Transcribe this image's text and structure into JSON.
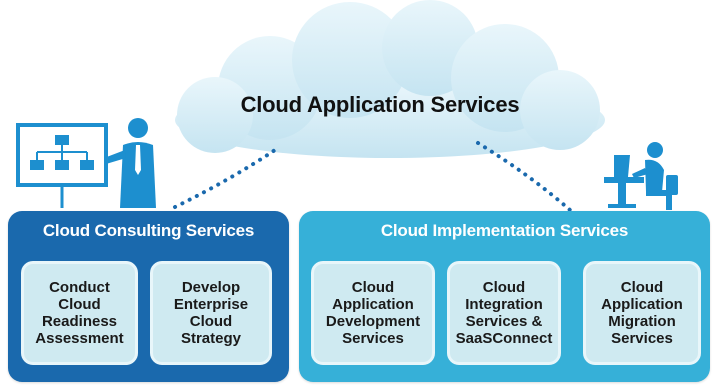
{
  "central_cloud": {
    "label": "Cloud Application Services"
  },
  "consulting": {
    "title": "Cloud Consulting Services",
    "cards": [
      {
        "label": "Conduct\nCloud\nReadiness\nAssessment"
      },
      {
        "label": "Develop\nEnterprise\nCloud\nStrategy"
      }
    ]
  },
  "implementation": {
    "title": "Cloud Implementation Services",
    "cards": [
      {
        "label": "Cloud\nApplication\nDevelopment\nServices"
      },
      {
        "label": "Cloud\nIntegration\nServices &\nSaaSConnect"
      },
      {
        "label": "Cloud\nApplication\nMigration\nServices"
      }
    ]
  },
  "colors": {
    "consulting_panel": "#1a69ad",
    "implementation_panel": "#36b0d8",
    "card_fill": "#cfeaf1",
    "cloud_fill": "#d6eef7",
    "figure_blue": "#1d8fcf"
  },
  "icons": [
    "org-chart-board-icon",
    "presenter-person-icon",
    "computer-user-icon",
    "small-cloud-icon"
  ]
}
